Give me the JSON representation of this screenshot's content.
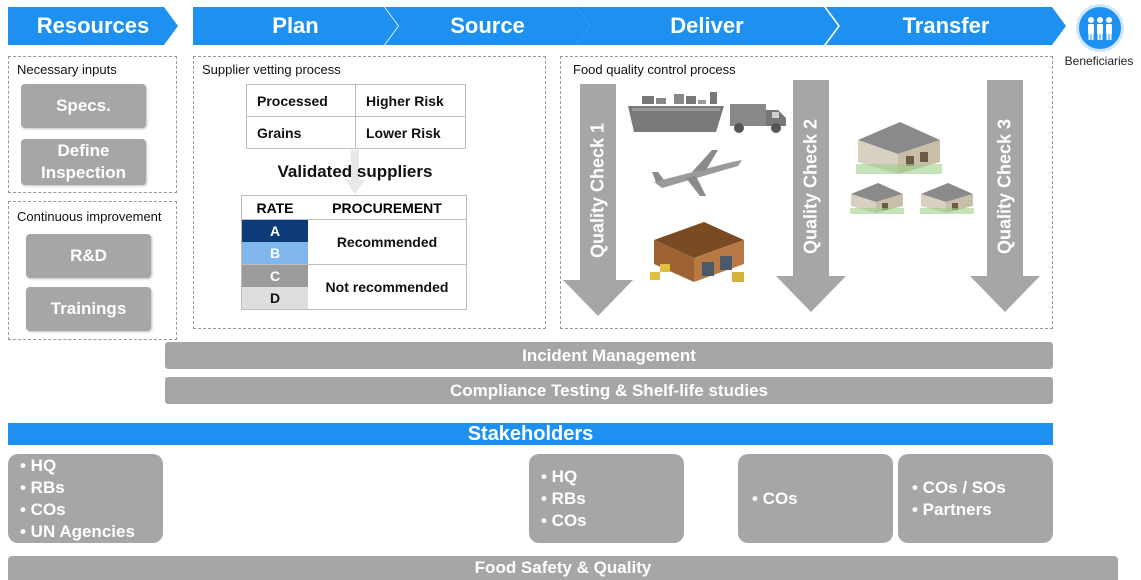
{
  "phases": {
    "resources": "Resources",
    "plan": "Plan",
    "source": "Source",
    "deliver": "Deliver",
    "transfer": "Transfer"
  },
  "beneficiaries": {
    "label": "Beneficiaries",
    "icon": "people-group-icon"
  },
  "resources_panel": {
    "necessary_inputs_title": "Necessary inputs",
    "specs": "Specs.",
    "define_inspection": "Define Inspection",
    "continuous_improvement_title": "Continuous improvement",
    "rnd": "R&D",
    "trainings": "Trainings"
  },
  "supplier_vetting": {
    "title": "Supplier vetting process",
    "risk_table": [
      [
        "Processed",
        "Higher Risk"
      ],
      [
        "Grains",
        "Lower Risk"
      ]
    ],
    "validated_label": "Validated suppliers",
    "rate_header": "RATE",
    "procurement_header": "PROCUREMENT",
    "rates": [
      {
        "letter": "A",
        "color": "#0d3a78"
      },
      {
        "letter": "B",
        "color": "#7fb6ec"
      },
      {
        "letter": "C",
        "color": "#9b9b9b"
      },
      {
        "letter": "D",
        "color": "#dedede"
      }
    ],
    "recommended": "Recommended",
    "not_recommended": "Not recommended"
  },
  "food_quality": {
    "title": "Food quality control process",
    "check1": "Quality Check 1",
    "check2": "Quality Check 2",
    "check3": "Quality Check 3",
    "icons": [
      "ship-icon",
      "truck-icon",
      "airplane-icon",
      "warehouse-icon"
    ]
  },
  "bars": {
    "incident": "Incident Management",
    "compliance": "Compliance Testing & Shelf-life studies",
    "food_safety": "Food Safety & Quality"
  },
  "stakeholders": {
    "title": "Stakeholders",
    "box1": [
      "• HQ",
      "• RBs",
      "• COs",
      "• UN Agencies"
    ],
    "box2": [
      "• HQ",
      "• RBs",
      "• COs"
    ],
    "box3": [
      "• COs"
    ],
    "box4": [
      "• COs / SOs",
      "• Partners"
    ]
  },
  "colors": {
    "accent_blue": "#1e90f0",
    "grey": "#a6a6a6"
  }
}
